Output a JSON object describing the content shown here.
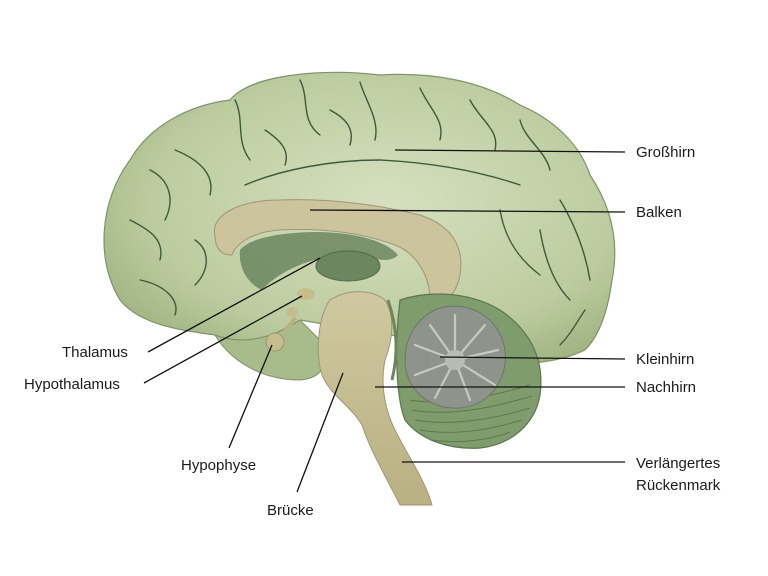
{
  "labels": {
    "grosshirn": "Großhirn",
    "balken": "Balken",
    "kleinhirn": "Kleinhirn",
    "nachhirn": "Nachhirn",
    "verlaengertes_line1": "Verlängertes",
    "verlaengertes_line2": "Rückenmark",
    "thalamus": "Thalamus",
    "hypothalamus": "Hypothalamus",
    "hypophyse": "Hypophyse",
    "bruecke": "Brücke"
  },
  "colors": {
    "cerebrum_fill": "#c3d2a8",
    "cerebrum_shade": "#a9bd8a",
    "sulcus_line": "#3f5a3a",
    "corpus_callosum": "#c9c29a",
    "brainstem": "#c6bd8e",
    "ventricle_dark": "#6c8660",
    "cerebellum_green": "#7f9d6c",
    "cerebellum_gray": "#8e948c",
    "leader_line": "#111111"
  }
}
